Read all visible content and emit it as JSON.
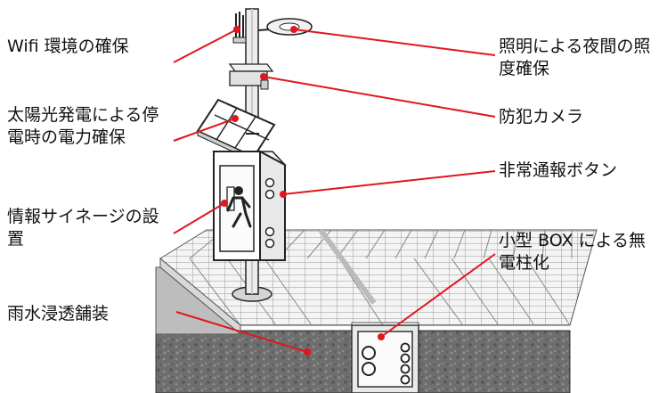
{
  "colors": {
    "leader_line": "#e0161e",
    "ground": "#6b6b6b",
    "outline": "#222222",
    "background": "#ffffff"
  },
  "labels": {
    "wifi": "Wifi 環境の確保",
    "solar": "太陽光発電による停電時の電力確保",
    "signage": "情報サイネージの設置",
    "pavement": "雨水浸透舗装",
    "lighting": "照明による夜間の照度確保",
    "camera": "防犯カメラ",
    "emergency": "非常通報ボタン",
    "utility_box": "小型 BOX による無電柱化"
  }
}
